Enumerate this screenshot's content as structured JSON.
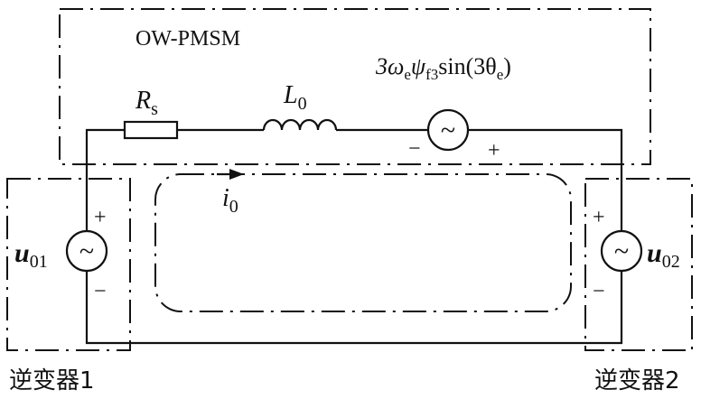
{
  "motor": {
    "name": "OW-PMSM"
  },
  "resistor": {
    "main": "R",
    "sub": "s"
  },
  "inductor": {
    "main": "L",
    "sub": "0"
  },
  "back_emf": {
    "label_a": "3ω",
    "label_a_sub": "e",
    "label_b": "ψ",
    "label_b_sub": "f3",
    "label_c": "sin(3θ",
    "label_c_sub": "e",
    "label_d": ")",
    "minus": "−",
    "plus": "+"
  },
  "current": {
    "main": "i",
    "sub": "0"
  },
  "source1": {
    "main": "u",
    "sub": "01",
    "plus": "+",
    "minus": "−",
    "symbol": "~"
  },
  "source2": {
    "main": "u",
    "sub": "02",
    "plus": "+",
    "minus": "−",
    "symbol": "~"
  },
  "emf_symbol": "~",
  "inverter1": {
    "label": "逆变器1"
  },
  "inverter2": {
    "label": "逆变器2"
  }
}
